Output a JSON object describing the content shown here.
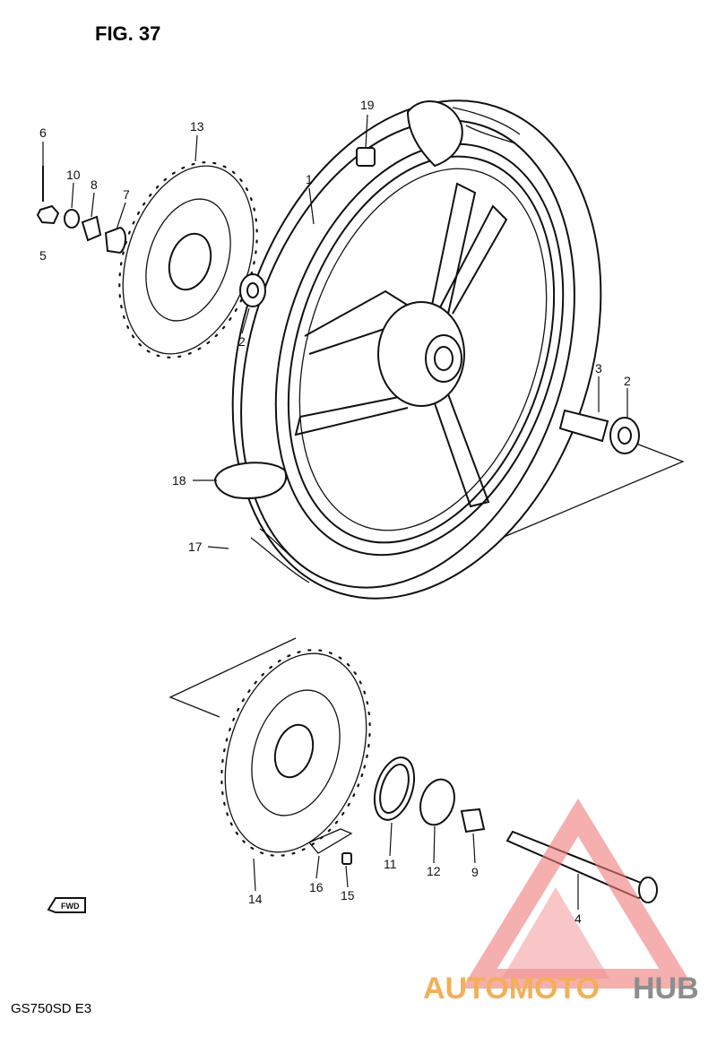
{
  "figure": {
    "title": "FIG. 37",
    "model_code": "GS750SD E3"
  },
  "fwd_label": "FWD",
  "callouts": [
    {
      "id": "c1",
      "label": "1"
    },
    {
      "id": "c2a",
      "label": "2"
    },
    {
      "id": "c2b",
      "label": "2"
    },
    {
      "id": "c3",
      "label": "3"
    },
    {
      "id": "c4",
      "label": "4"
    },
    {
      "id": "c5",
      "label": "5"
    },
    {
      "id": "c6",
      "label": "6"
    },
    {
      "id": "c7",
      "label": "7"
    },
    {
      "id": "c8",
      "label": "8"
    },
    {
      "id": "c9",
      "label": "9"
    },
    {
      "id": "c10",
      "label": "10"
    },
    {
      "id": "c11",
      "label": "11"
    },
    {
      "id": "c12",
      "label": "12"
    },
    {
      "id": "c13",
      "label": "13"
    },
    {
      "id": "c14",
      "label": "14"
    },
    {
      "id": "c15",
      "label": "15"
    },
    {
      "id": "c16",
      "label": "16"
    },
    {
      "id": "c17",
      "label": "17"
    },
    {
      "id": "c18",
      "label": "18"
    },
    {
      "id": "c19",
      "label": "19"
    }
  ],
  "watermark": {
    "part1": "AUTOMOTO",
    "part2": "HUB",
    "color1": "#f2a23a",
    "color2": "#7a7a7a",
    "logo_color": "#f07a7a"
  }
}
